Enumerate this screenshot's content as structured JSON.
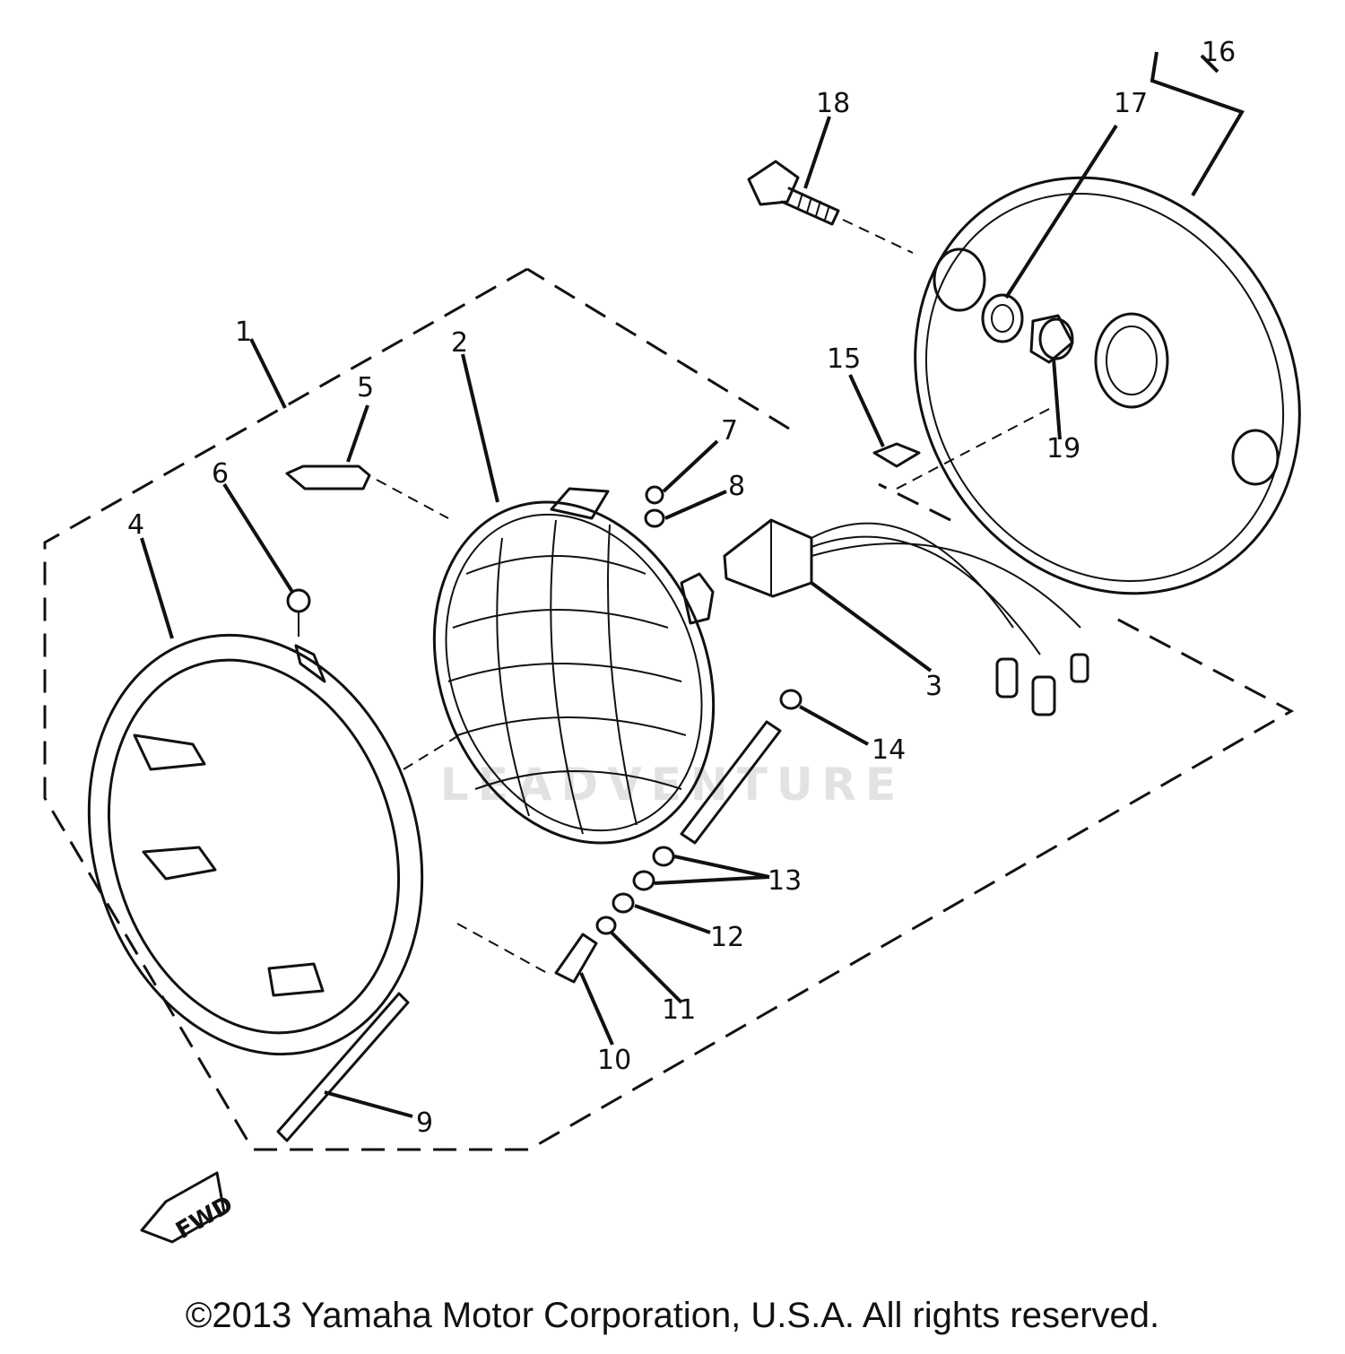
{
  "callouts": [
    "1",
    "2",
    "3",
    "4",
    "5",
    "6",
    "7",
    "8",
    "9",
    "10",
    "11",
    "12",
    "13",
    "14",
    "15",
    "16",
    "17",
    "18",
    "19"
  ],
  "fwd_label": "FWD",
  "watermark": "LEADVENTURE",
  "copyright": "©2013 Yamaha Motor Corporation, U.S.A. All rights reserved."
}
